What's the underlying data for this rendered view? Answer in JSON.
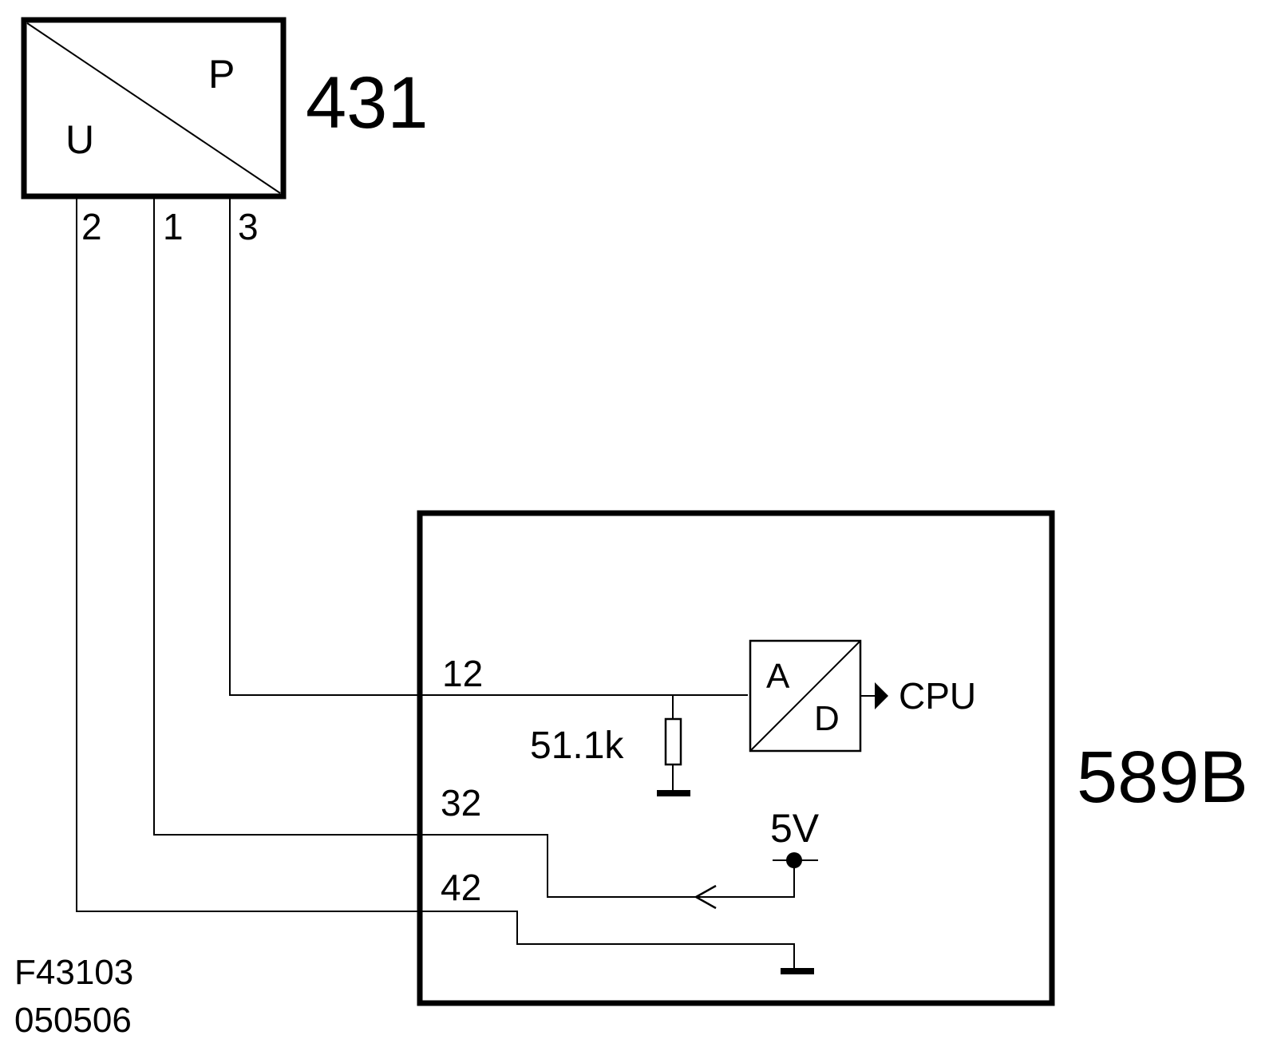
{
  "sensor": {
    "id_label": "431",
    "input_label": "U",
    "output_label": "P",
    "pins": {
      "pin_2": "2",
      "pin_1": "1",
      "pin_3": "3"
    }
  },
  "module": {
    "id_label": "589B",
    "pins": {
      "pin_12": "12",
      "pin_32": "32",
      "pin_42": "42"
    },
    "resistor_label": "51.1k",
    "adc_input_label": "A",
    "adc_output_label": "D",
    "cpu_label": "CPU",
    "supply_label": "5V"
  },
  "footer": {
    "figure_code": "F43103",
    "date_code": "050506"
  },
  "colors": {
    "line": "#000000",
    "background": "#ffffff"
  }
}
